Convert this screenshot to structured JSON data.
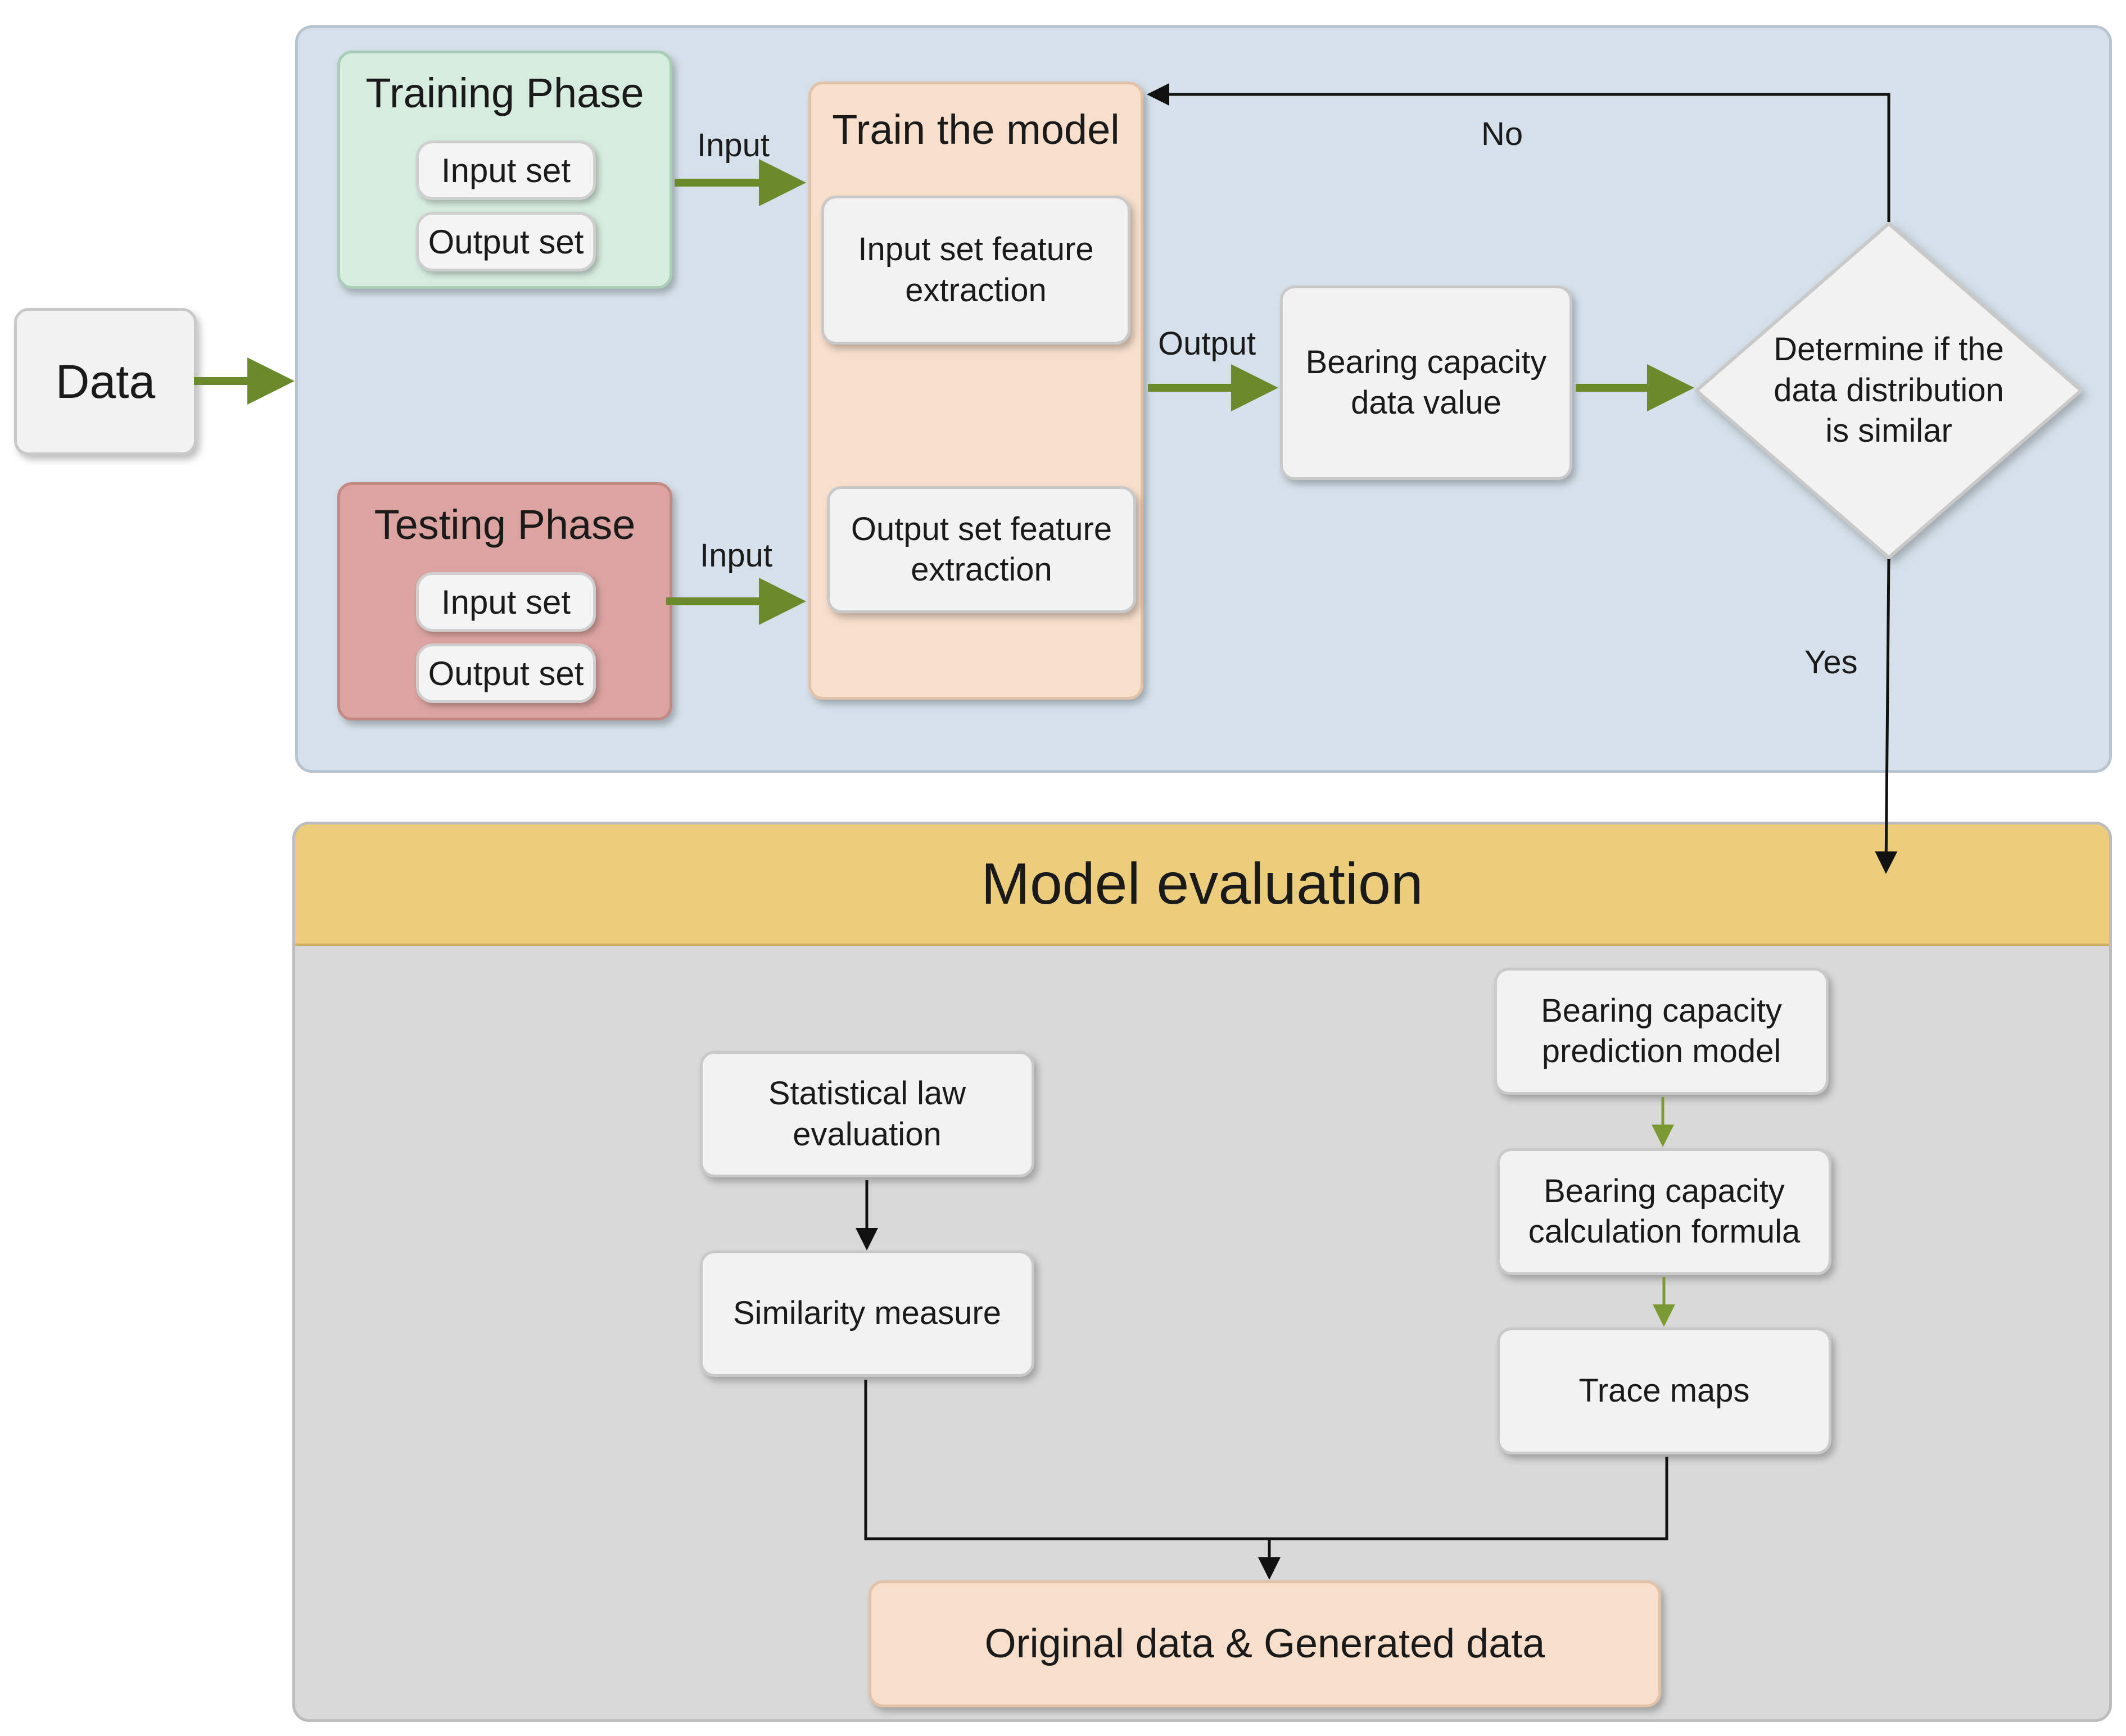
{
  "data_node": "Data",
  "training": {
    "title": "Training Phase",
    "input": "Input set",
    "output": "Output set"
  },
  "testing": {
    "title": "Testing Phase",
    "input": "Input set",
    "output": "Output set"
  },
  "train_model": {
    "title": "Train the model",
    "input_feature": "Input set feature extraction",
    "output_feature": "Output set feature extraction"
  },
  "edges": {
    "input_top": "Input",
    "input_bottom": "Input",
    "output": "Output",
    "no": "No",
    "yes": "Yes"
  },
  "bearing_value": "Bearing capacity data value",
  "decision": "Determine if the data distribution is similar",
  "evaluation": {
    "title": "Model evaluation",
    "statistical": "Statistical law evaluation",
    "similarity": "Similarity measure",
    "prediction_model": "Bearing capacity prediction model",
    "formula": "Bearing capacity calculation formula",
    "trace": "Trace maps",
    "result": "Original data & Generated data"
  },
  "colors": {
    "blue_panel": "#d5e0ea",
    "training_green": "#d6ecdf",
    "testing_red": "#dca4a0",
    "model_peach": "#f8dfcc",
    "eval_gold": "#eccd7c",
    "eval_gray": "#d9d9d9",
    "arrow_green": "#6a8a2c"
  }
}
